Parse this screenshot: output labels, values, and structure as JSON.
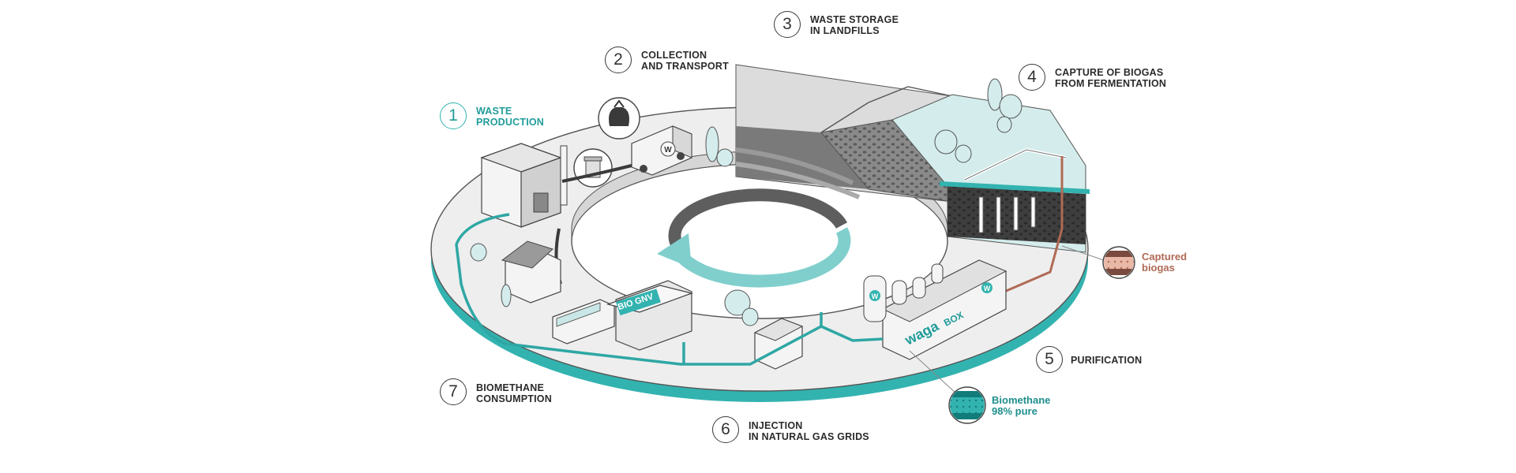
{
  "steps": [
    {
      "number": "1",
      "line1": "WASTE",
      "line2": "PRODUCTION"
    },
    {
      "number": "2",
      "line1": "COLLECTION",
      "line2": "AND TRANSPORT"
    },
    {
      "number": "3",
      "line1": "WASTE STORAGE",
      "line2": "IN LANDFILLS"
    },
    {
      "number": "4",
      "line1": "CAPTURE OF BIOGAS",
      "line2": "FROM FERMENTATION"
    },
    {
      "number": "5",
      "line1": "PURIFICATION",
      "line2": ""
    },
    {
      "number": "6",
      "line1": "INJECTION",
      "line2": "IN NATURAL GAS GRIDS"
    },
    {
      "number": "7",
      "line1": "BIOMETHANE",
      "line2": "CONSUMPTION"
    }
  ],
  "callouts": {
    "captured": {
      "line1": "Captured",
      "line2": "biogas"
    },
    "biomethane": {
      "line1": "Biomethane",
      "line2": "98% pure"
    }
  },
  "signs": {
    "station": "BIO GNV",
    "brand": "waga",
    "brand_box": "BOX",
    "logo_letter": "W"
  },
  "colors": {
    "teal": "#33b3b0",
    "teal_dark": "#1f9c9a",
    "brown": "#b06a55",
    "ring_light": "#ececec",
    "dark_soil": "#3e3e3e"
  }
}
